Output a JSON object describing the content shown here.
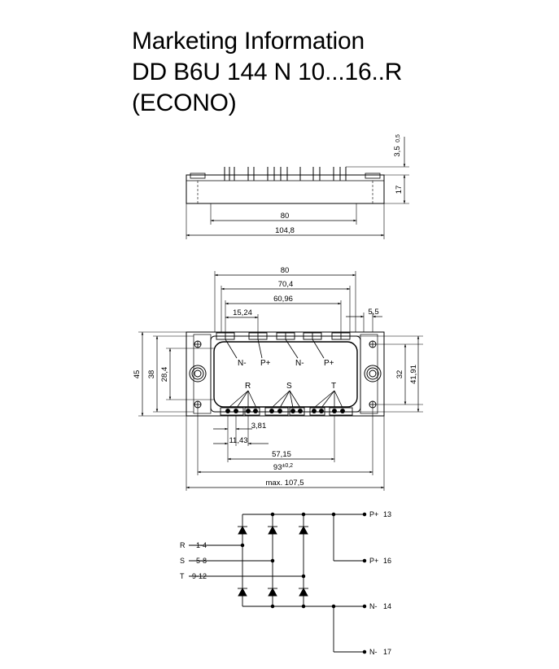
{
  "title": {
    "line1": "Marketing Information",
    "line2": "DD B6U 144 N 10...16..R",
    "line3": "(ECONO)"
  },
  "side_view": {
    "dim_width_inner": "80",
    "dim_width_outer": "104,8",
    "dim_height": "17",
    "dim_pin": "3,5",
    "dim_pin_tol": "0,5"
  },
  "top_view": {
    "dim_80": "80",
    "dim_70_4": "70,4",
    "dim_60_96": "60,96",
    "dim_15_24": "15,24",
    "dim_5_5": "5,5",
    "dim_45": "45",
    "dim_38": "38",
    "dim_28_4": "28,4",
    "dim_32": "32",
    "dim_41_91": "41,91",
    "dim_3_81": "3,81",
    "dim_11_43": "11,43",
    "dim_57_15": "57,15",
    "dim_93": "93",
    "dim_93_tol": "±0,2",
    "dim_max": "max. 107,5",
    "label_n1": "N-",
    "label_p1": "P+",
    "label_n2": "N-",
    "label_p2": "P+",
    "label_r": "R",
    "label_s": "S",
    "label_t": "T"
  },
  "schematic": {
    "inputs": [
      {
        "name": "R",
        "pins": "1-4"
      },
      {
        "name": "S",
        "pins": "5-8"
      },
      {
        "name": "T",
        "pins": "9-12"
      }
    ],
    "outputs": [
      {
        "name": "P+",
        "pin": "13"
      },
      {
        "name": "P+",
        "pin": "16"
      },
      {
        "name": "N-",
        "pin": "14"
      },
      {
        "name": "N-",
        "pin": "17"
      }
    ]
  }
}
